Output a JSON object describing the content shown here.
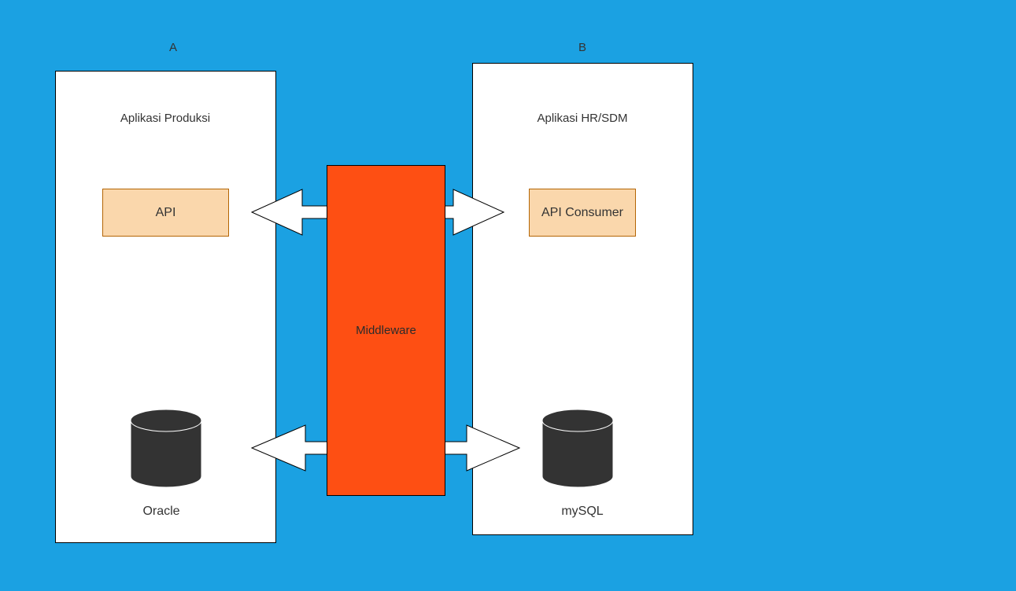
{
  "colors": {
    "background": "#1ba1e2",
    "panel": "#ffffff",
    "api_fill": "#fad7ac",
    "api_border": "#b46504",
    "middleware_fill": "#fe4f13",
    "database": "#333333"
  },
  "system_a": {
    "label": "A",
    "title": "Aplikasi Produksi",
    "component": "API",
    "database": "Oracle",
    "database_icon": "database-cylinder-icon"
  },
  "system_b": {
    "label": "B",
    "title": "Aplikasi HR/SDM",
    "component": "API Consumer",
    "database": "mySQL",
    "database_icon": "database-cylinder-icon"
  },
  "middleware": {
    "label": "Middleware"
  },
  "connections": [
    {
      "from": "Middleware",
      "to": "API",
      "direction": "to-left"
    },
    {
      "from": "Middleware",
      "to": "API Consumer",
      "direction": "to-right"
    },
    {
      "from": "Middleware",
      "to": "Oracle",
      "direction": "to-left"
    },
    {
      "from": "Middleware",
      "to": "mySQL",
      "direction": "to-right"
    }
  ]
}
